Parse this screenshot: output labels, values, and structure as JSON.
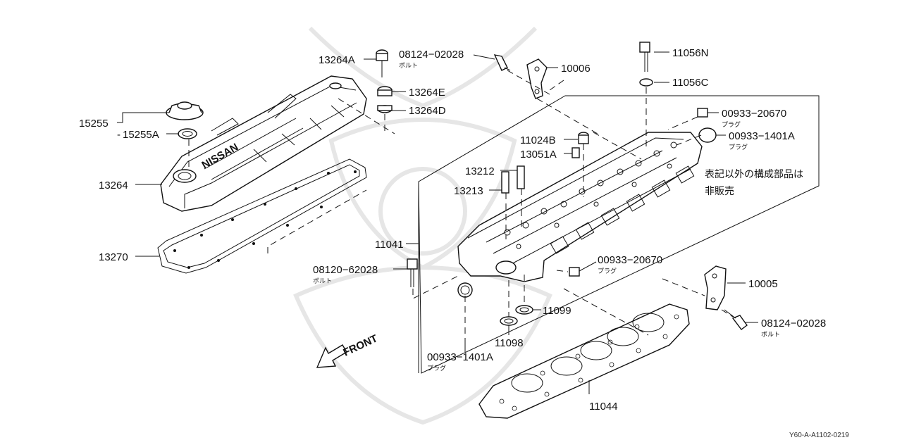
{
  "labels": {
    "p13264A": "13264A",
    "p08124_02028_top": "08124−02028",
    "p08124_02028_top_sub": "ボルト",
    "p10006": "10006",
    "p11056N": "11056N",
    "p11056C": "11056C",
    "p13264E": "13264E",
    "p13264D": "13264D",
    "p15255": "15255",
    "p15255A": "15255A",
    "p00933_20670_top": "00933−20670",
    "p00933_20670_top_sub": "プラグ",
    "p00933_1401A_top": "00933−1401A",
    "p00933_1401A_top_sub": "プラグ",
    "p11024B": "11024B",
    "p13051A": "13051A",
    "p13212": "13212",
    "p13213": "13213",
    "p13264": "13264",
    "p13270": "13270",
    "p11041": "11041",
    "p08120_62028": "08120−62028",
    "p08120_62028_sub": "ボルト",
    "p00933_20670_mid": "00933−20670",
    "p00933_20670_mid_sub": "プラグ",
    "p10005": "10005",
    "p08124_02028_bottom": "08124−02028",
    "p08124_02028_bottom_sub": "ボルト",
    "p11099": "11099",
    "p11098": "11098",
    "p00933_1401A_bottom": "00933−1401A",
    "p00933_1401A_bottom_sub": "プラグ",
    "p11044": "11044",
    "note_line1": "表記以外の構成部品は",
    "note_line2": "非販売",
    "front": "FRONT",
    "diagram_code": "Y60-A-A1102-0219",
    "cover_brand": "NISSAN"
  }
}
